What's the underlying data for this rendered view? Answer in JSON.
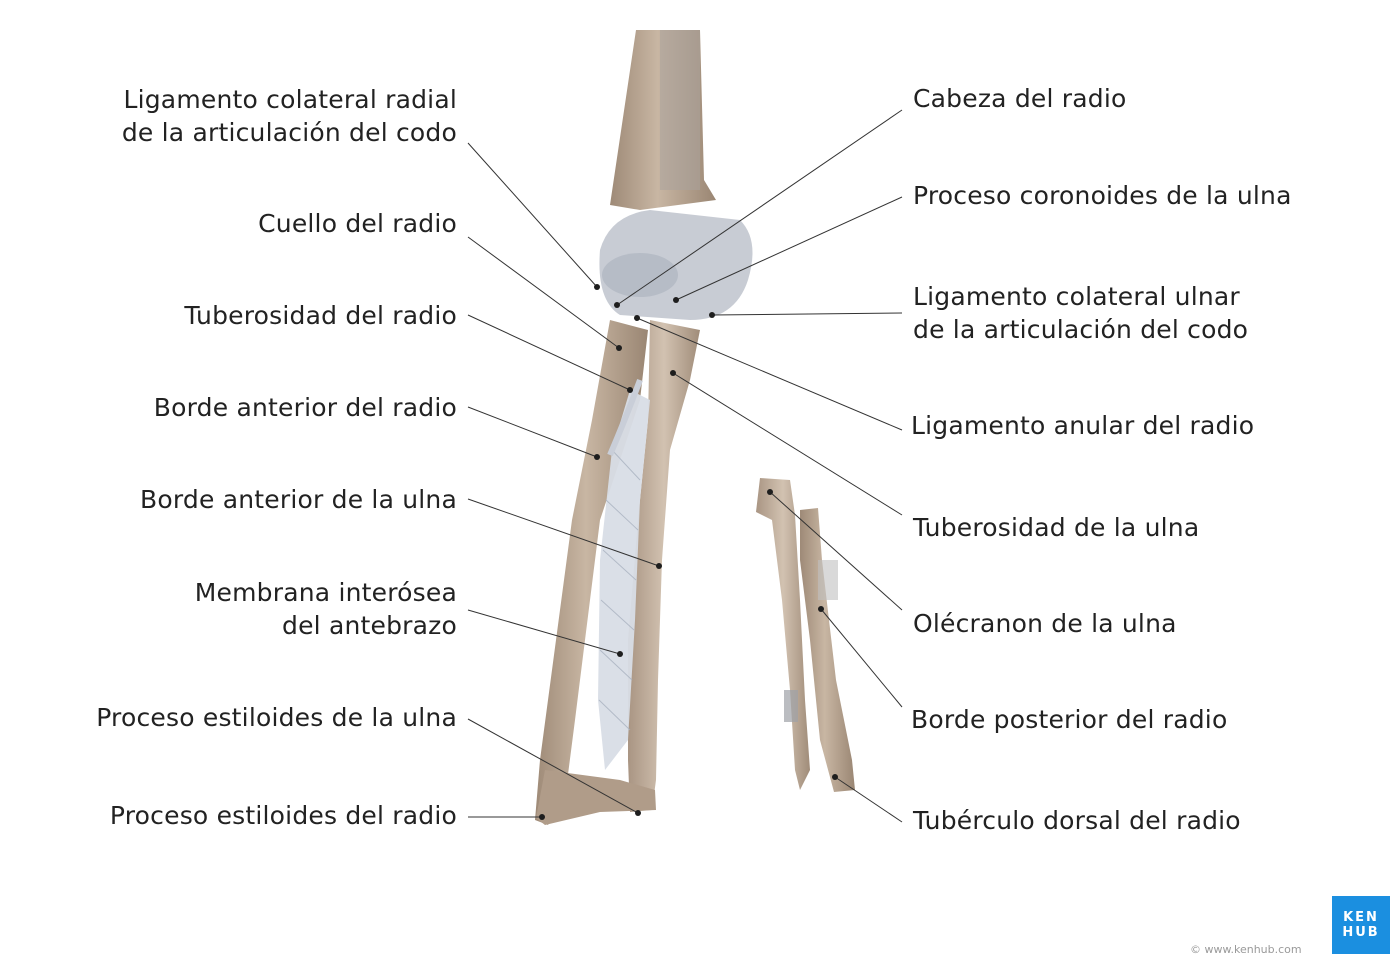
{
  "labels_left": [
    {
      "id": "lig-col-radial",
      "lines": [
        "Ligamento colateral radial",
        "de la articulación del codo"
      ]
    },
    {
      "id": "cuello-radio",
      "lines": [
        "Cuello del radio"
      ]
    },
    {
      "id": "tuberosidad-radio",
      "lines": [
        "Tuberosidad del radio"
      ]
    },
    {
      "id": "borde-ant-radio",
      "lines": [
        "Borde anterior del radio"
      ]
    },
    {
      "id": "borde-ant-ulna",
      "lines": [
        "Borde anterior de la ulna"
      ]
    },
    {
      "id": "membrana-interosea",
      "lines": [
        "Membrana interósea",
        "del antebrazo"
      ]
    },
    {
      "id": "estiloides-ulna",
      "lines": [
        "Proceso estiloides de la ulna"
      ]
    },
    {
      "id": "estiloides-radio",
      "lines": [
        "Proceso estiloides del radio"
      ]
    }
  ],
  "labels_right": [
    {
      "id": "cabeza-radio",
      "lines": [
        "Cabeza del radio"
      ]
    },
    {
      "id": "coronoides-ulna",
      "lines": [
        "Proceso coronoides de la ulna"
      ]
    },
    {
      "id": "lig-col-ulnar",
      "lines": [
        "Ligamento colateral ulnar",
        "de la articulación del codo"
      ]
    },
    {
      "id": "lig-anular",
      "lines": [
        "Ligamento anular del radio"
      ]
    },
    {
      "id": "tuberosidad-ulna",
      "lines": [
        "Tuberosidad de la ulna"
      ]
    },
    {
      "id": "olecranon",
      "lines": [
        "Olécranon de la ulna"
      ]
    },
    {
      "id": "borde-post-radio",
      "lines": [
        "Borde posterior del radio"
      ]
    },
    {
      "id": "tuberculo-dorsal",
      "lines": [
        "Tubérculo dorsal del radio"
      ]
    }
  ],
  "logo": {
    "line1": "KEN",
    "line2": "HUB"
  },
  "copyright": "© www.kenhub.com",
  "colors": {
    "bone": "#bda996",
    "bone_dark": "#8e7c6b",
    "ligament": "#d7dde6",
    "line": "#333333",
    "brand": "#1b8fe0"
  }
}
